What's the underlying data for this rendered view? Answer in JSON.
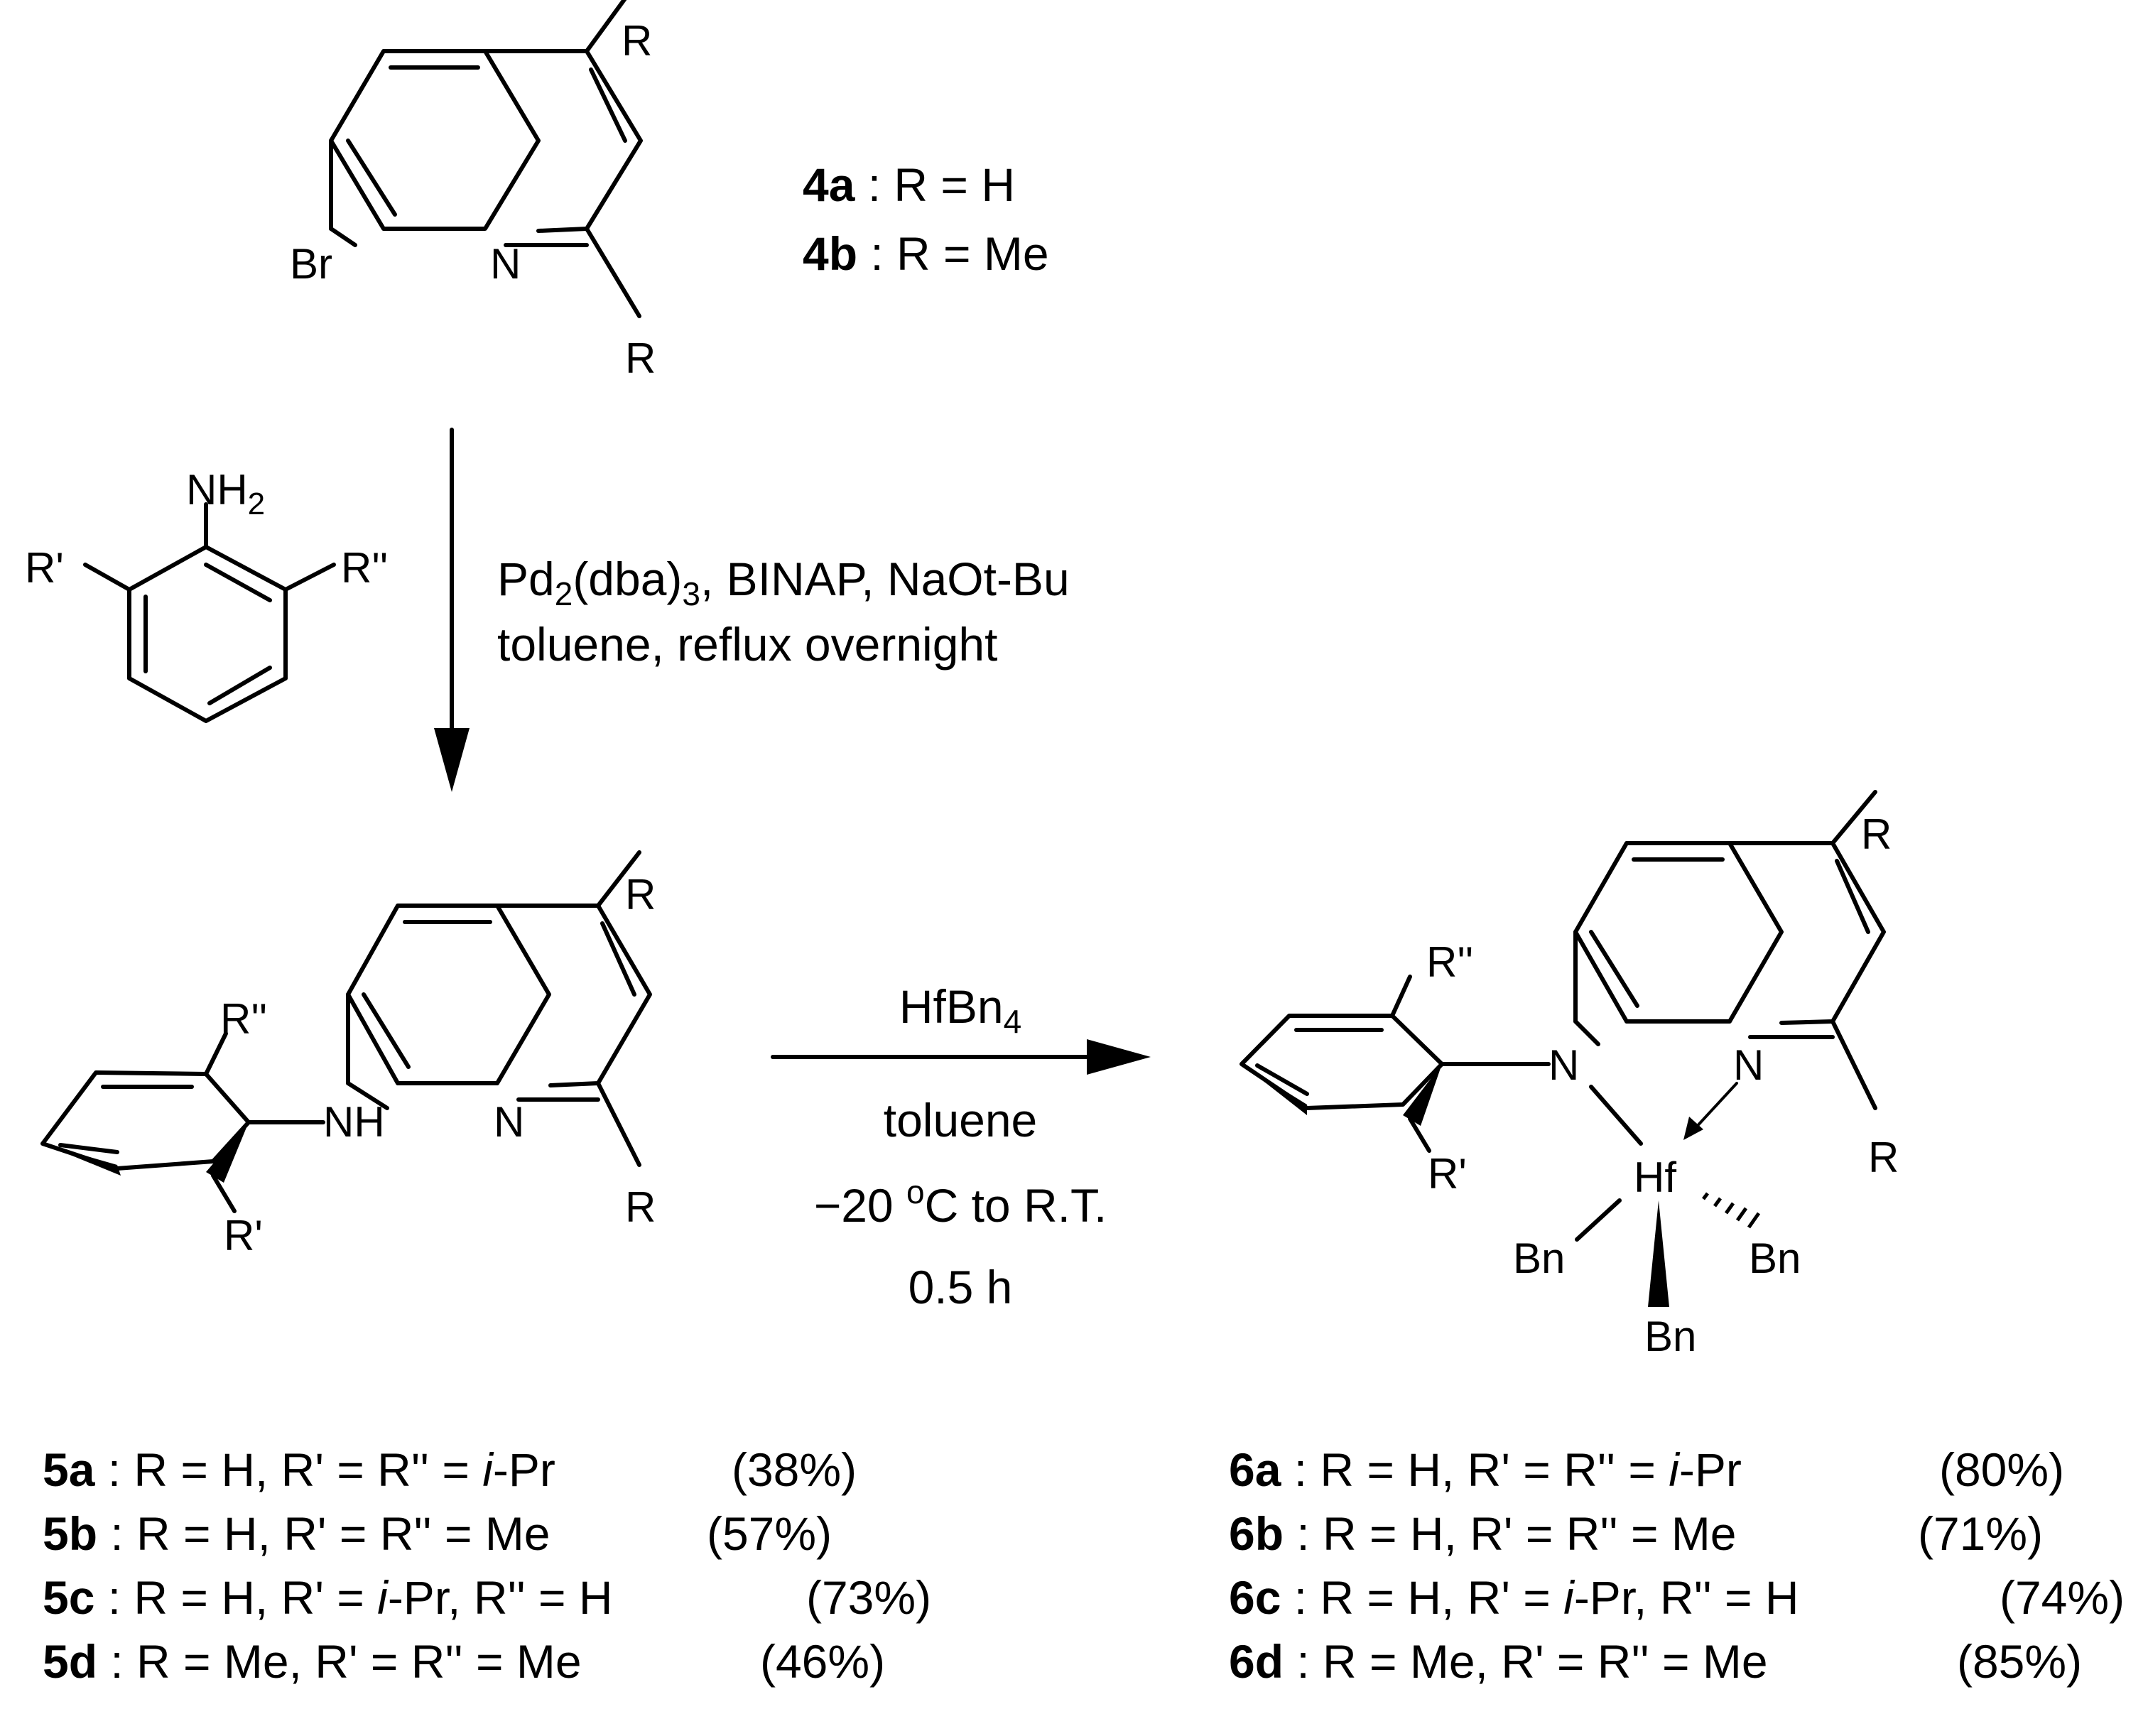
{
  "atoms": {
    "R": "R",
    "Br": "Br",
    "N": "N",
    "NH": "NH",
    "NH2_base": "NH",
    "NH2_sub": "2",
    "R_prime": "R'",
    "R_dprime": "R''",
    "Hf": "Hf",
    "Bn": "Bn"
  },
  "start_labels": [
    {
      "cmpd": "4a",
      "rest": " : R = H"
    },
    {
      "cmpd": "4b",
      "rest": " : R = Me"
    }
  ],
  "step1": {
    "line1": {
      "a": "Pd",
      "a_sub": "2",
      "b": "(dba)",
      "b_sub": "3",
      "c": ", BINAP, NaOt-Bu"
    },
    "line2": "toluene, reflux overnight"
  },
  "step2": {
    "reagent_base": "HfBn",
    "reagent_sub": "4",
    "solvent": "toluene",
    "temp_pre": "−20 ",
    "temp_sup": "o",
    "temp_post": "C to R.T.",
    "time": "0.5 h"
  },
  "products_5": [
    {
      "cmpd": "5a",
      "pre": " : R = H, R' = R'' = ",
      "ital": "i",
      "post": "-Pr",
      "yield": "(38%)"
    },
    {
      "cmpd": "5b",
      "pre": " : R = H, R' = R'' = Me",
      "ital": "",
      "post": "",
      "yield": "(57%)"
    },
    {
      "cmpd": "5c",
      "pre": " : R = H, R' = ",
      "ital": "i",
      "post": "-Pr, R'' = H",
      "yield": "(73%)"
    },
    {
      "cmpd": "5d",
      "pre": " : R = Me, R' = R'' = Me",
      "ital": "",
      "post": "",
      "yield": "(46%)"
    }
  ],
  "products_6": [
    {
      "cmpd": "6a",
      "pre": " : R = H, R' = R'' = ",
      "ital": "i",
      "post": "-Pr",
      "yield": "(80%)"
    },
    {
      "cmpd": "6b",
      "pre": " : R = H, R' = R'' = Me",
      "ital": "",
      "post": "",
      "yield": "(71%)"
    },
    {
      "cmpd": "6c",
      "pre": " : R = H, R' = ",
      "ital": "i",
      "post": "-Pr, R'' = H",
      "yield": "(74%)"
    },
    {
      "cmpd": "6d",
      "pre": " : R = Me, R' = R'' = Me",
      "ital": "",
      "post": "",
      "yield": "(85%)"
    }
  ]
}
